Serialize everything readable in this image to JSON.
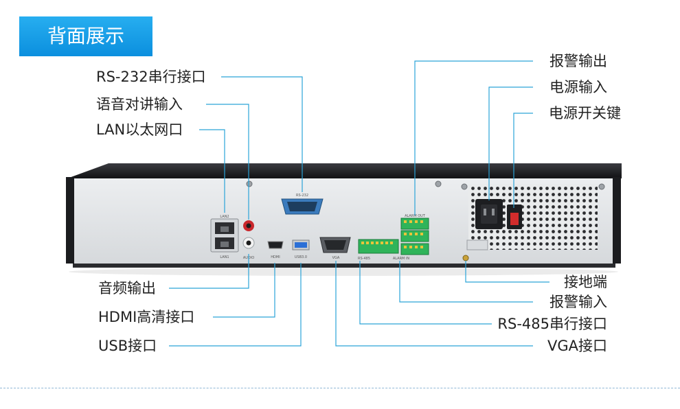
{
  "title": "背面展示",
  "labels_left": [
    {
      "id": "rs232",
      "text": "RS-232串行接口"
    },
    {
      "id": "audio-in",
      "text": "语音对讲输入"
    },
    {
      "id": "lan",
      "text": "LAN以太网口"
    },
    {
      "id": "audio-out",
      "text": "音频输出"
    },
    {
      "id": "hdmi",
      "text": "HDMI高清接口"
    },
    {
      "id": "usb",
      "text": "USB接口"
    }
  ],
  "labels_right": [
    {
      "id": "alarm-out",
      "text": "报警输出"
    },
    {
      "id": "power-in",
      "text": "电源输入"
    },
    {
      "id": "power-switch",
      "text": "电源开关键"
    },
    {
      "id": "ground",
      "text": "接地端"
    },
    {
      "id": "alarm-in",
      "text": "报警输入"
    },
    {
      "id": "rs485",
      "text": "RS-485串行接口"
    },
    {
      "id": "vga",
      "text": "VGA接口"
    }
  ],
  "device_silkscreen": {
    "lan2": "LAN2",
    "lan1": "LAN1",
    "audio": "AUDIO",
    "hdmi": "HDMI",
    "usb": "USB3.0",
    "vga": "VGA",
    "rs232": "RS-232",
    "alarm_out": "ALARM OUT",
    "rs485": "RS-485",
    "alarm_in": "ALARM IN"
  },
  "colors": {
    "accent": "#1a9de6",
    "leader": "#2aa3d8",
    "chassis": "#1e1f22",
    "panel": "#e4e6e8"
  }
}
